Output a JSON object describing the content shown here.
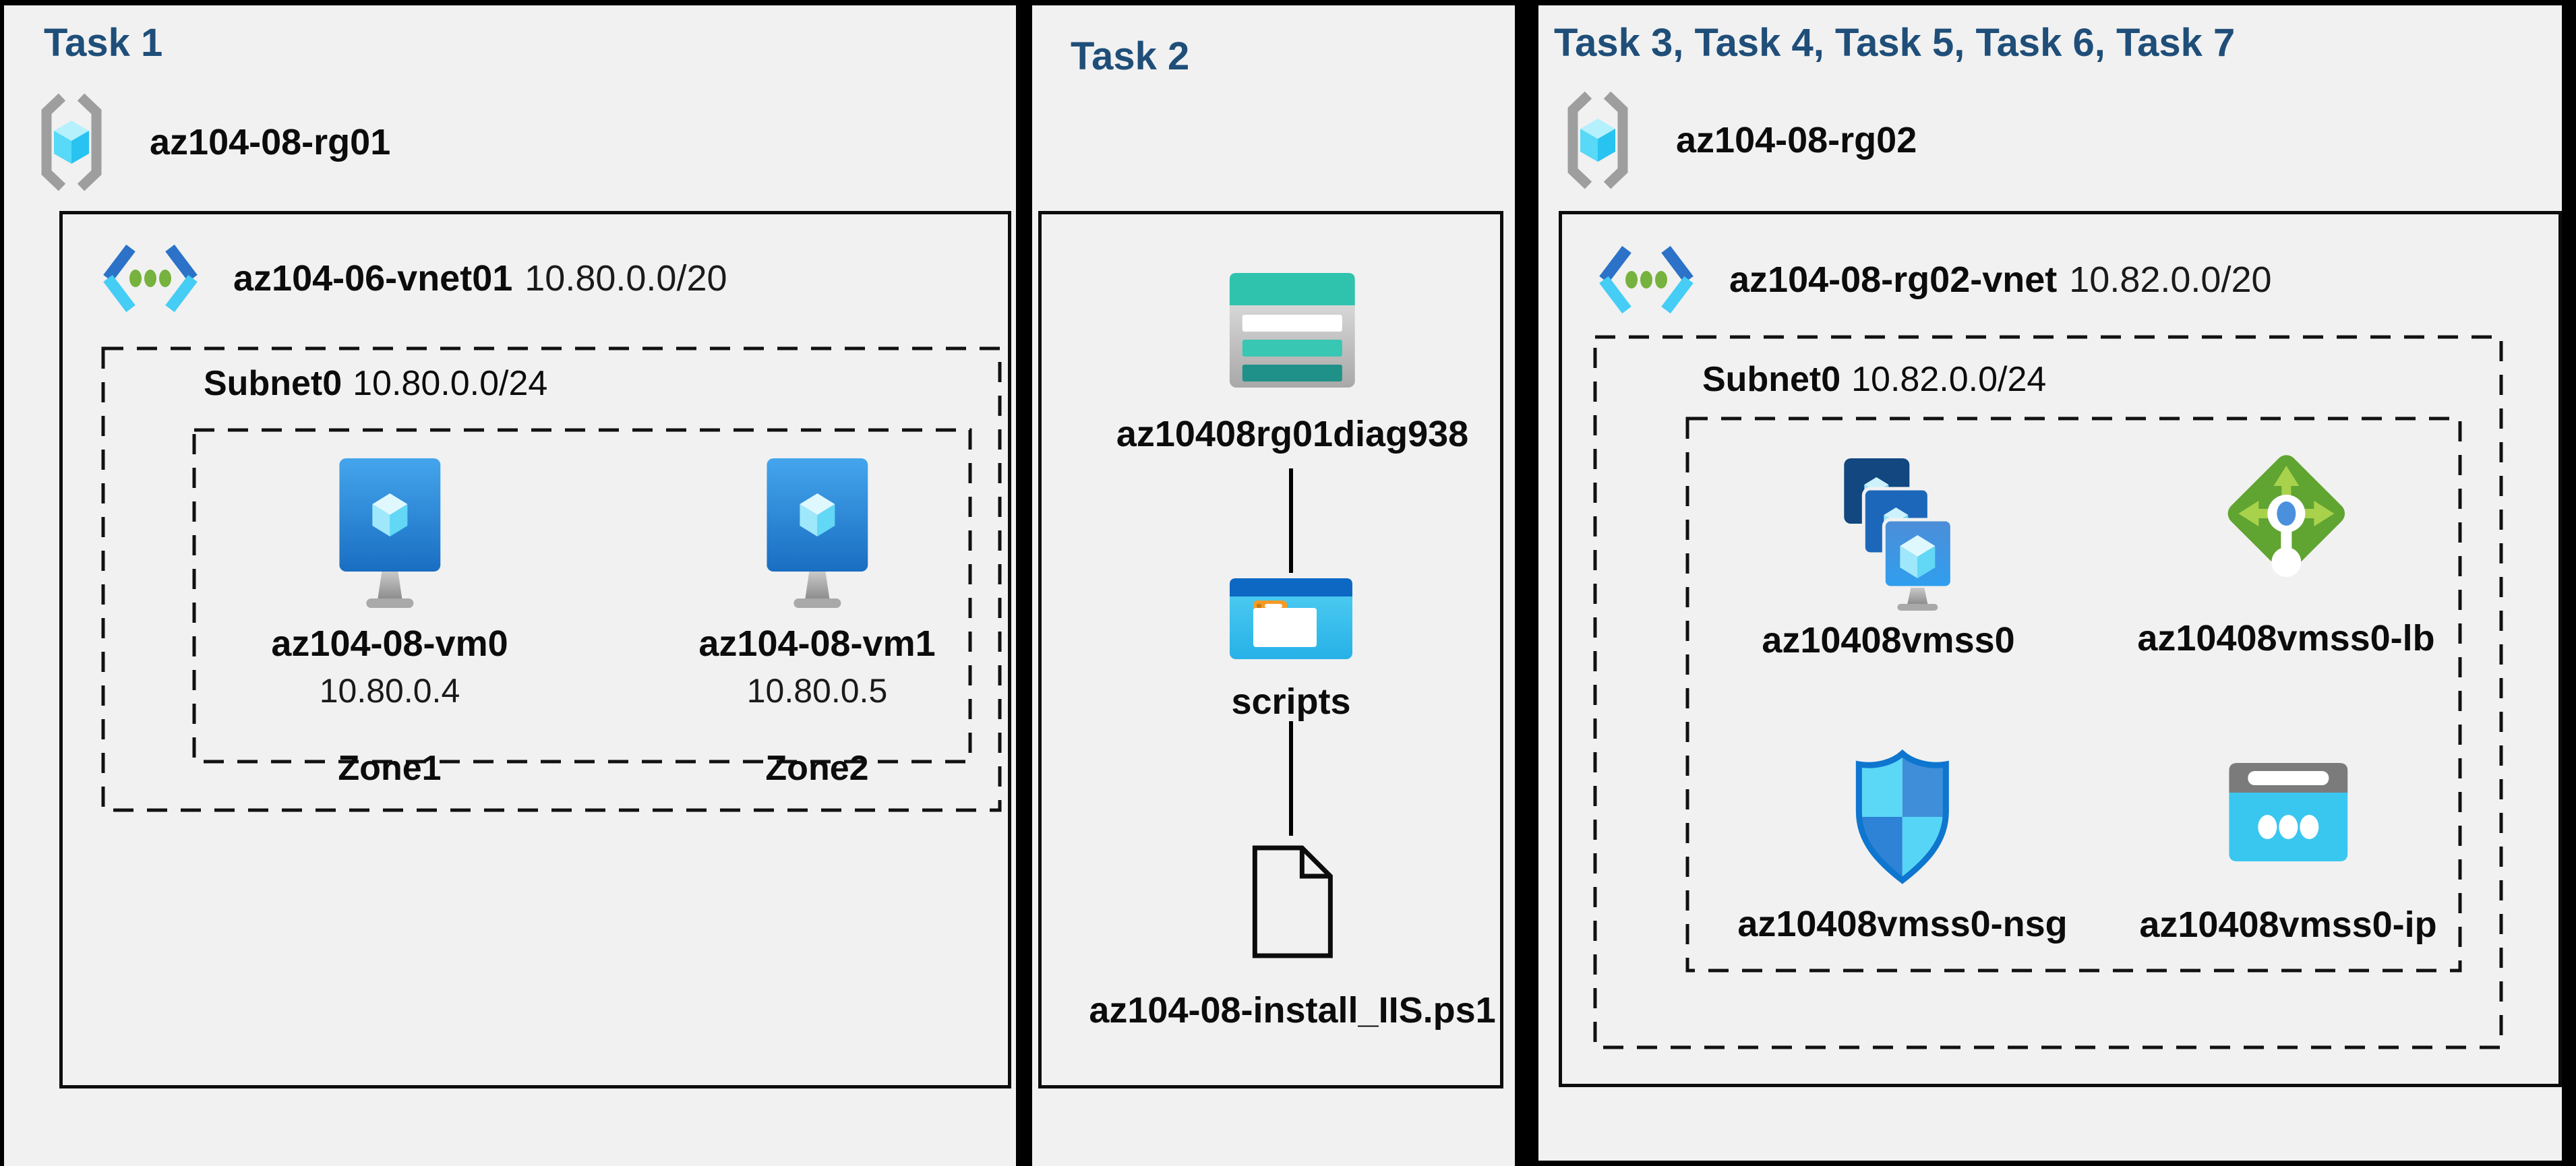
{
  "colors": {
    "background": "#000000",
    "panel_background": "#f1f1f1",
    "task_title_navy": "#1F4E79",
    "vnet_chevron_blue": "#2B72C8",
    "vnet_chevron_cyan": "#45CDF5",
    "vnet_dot_green": "#76B23D",
    "vm_screen_blue": "#2F8FDD",
    "storage_teal": "#2FC3AE",
    "container_header_blue": "#0D68C4",
    "container_body_cyan": "#3BC3EF",
    "folder_tab_orange": "#F59B25",
    "lb_green": "#60A431",
    "nsg_border_blue": "#0E76CF",
    "ip_cyan": "#3AC7EF",
    "rg_cube_cyan": "#28C3F0"
  },
  "panel1": {
    "title": "Task 1",
    "resource_group": {
      "name": "az104-08-rg01",
      "icon": "resource-group-icon"
    },
    "vnet": {
      "name": "az104-06-vnet01",
      "cidr": "10.80.0.0/20",
      "icon": "virtual-network-icon"
    },
    "subnet": {
      "name": "Subnet0",
      "cidr": "10.80.0.0/24"
    },
    "vms": [
      {
        "name": "az104-08-vm0",
        "ip": "10.80.0.4",
        "zone": "Zone1",
        "icon": "virtual-machine-icon"
      },
      {
        "name": "az104-08-vm1",
        "ip": "10.80.0.5",
        "zone": "Zone2",
        "icon": "virtual-machine-icon"
      }
    ]
  },
  "panel2": {
    "title": "Task 2",
    "storage_account": {
      "name": "az10408rg01diag938",
      "icon": "storage-account-icon"
    },
    "container": {
      "name": "scripts",
      "icon": "blob-container-icon"
    },
    "script_file": {
      "name": "az104-08-install_IIS.ps1",
      "icon": "file-icon"
    }
  },
  "panel3": {
    "title": "Task 3, Task 4, Task 5, Task 6, Task 7",
    "resource_group": {
      "name": "az104-08-rg02",
      "icon": "resource-group-icon"
    },
    "vnet": {
      "name": "az104-08-rg02-vnet",
      "cidr": "10.82.0.0/20",
      "icon": "virtual-network-icon"
    },
    "subnet": {
      "name": "Subnet0",
      "cidr": "10.82.0.0/24"
    },
    "resources": [
      {
        "name": "az10408vmss0",
        "type": "vm-scale-set",
        "icon": "vmss-icon"
      },
      {
        "name": "az10408vmss0-lb",
        "type": "load-balancer",
        "icon": "load-balancer-icon"
      },
      {
        "name": "az10408vmss0-nsg",
        "type": "network-security-group",
        "icon": "nsg-shield-icon"
      },
      {
        "name": "az10408vmss0-ip",
        "type": "public-ip-address",
        "icon": "public-ip-icon"
      }
    ]
  }
}
